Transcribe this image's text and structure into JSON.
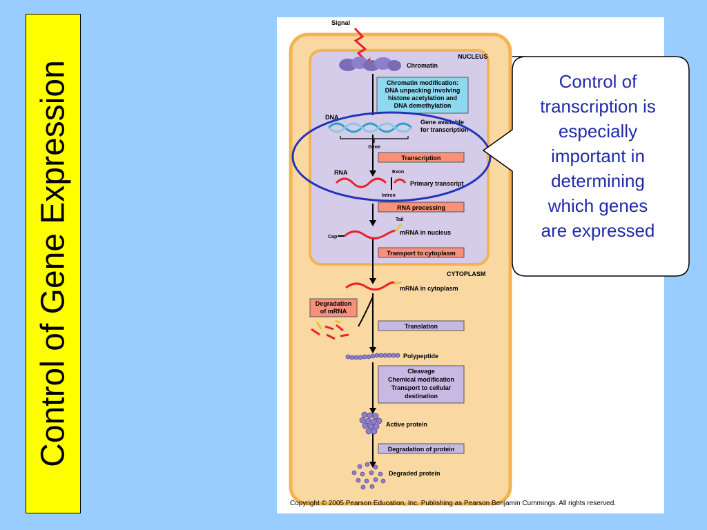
{
  "title": "Control of Gene Expression",
  "callout": {
    "lines": [
      "Control of",
      "transcription is",
      "especially",
      "important in",
      "determining",
      "which genes",
      "are expressed"
    ]
  },
  "diagram": {
    "signal": "Signal",
    "nucleus": "NUCLEUS",
    "cytoplasm": "CYTOPLASM",
    "chromatin": "Chromatin",
    "chromatin_mod": [
      "Chromatin modification:",
      "DNA unpacking involving",
      "histone acetylation and",
      "DNA demethylation"
    ],
    "dna": "DNA",
    "gene_available": [
      "Gene available",
      "for transcription"
    ],
    "gene": "Gene",
    "transcription": "Transcription",
    "rna": "RNA",
    "exon": "Exon",
    "intron": "Intron",
    "primary_transcript": "Primary transcript",
    "rna_processing": "RNA processing",
    "tail": "Tail",
    "cap": "Cap",
    "mrna_nucleus": "mRNA in nucleus",
    "transport_cytoplasm": "Transport to cytoplasm",
    "mrna_cytoplasm": "mRNA in cytoplasm",
    "degradation_mrna": [
      "Degradation",
      "of mRNA"
    ],
    "translation": "Translation",
    "polypeptide": "Polypeptide",
    "modification": [
      "Cleavage",
      "Chemical modification",
      "Transport to cellular",
      "destination"
    ],
    "active_protein": "Active protein",
    "degradation_protein": "Degradation of protein",
    "degraded_protein": "Degraded protein"
  },
  "copyright": "Copyright © 2005 Pearson Education, Inc. Publishing as Pearson Benjamin Cummings. All rights reserved.",
  "colors": {
    "background": "#99ccff",
    "title_bar": "#ffff00",
    "cell": "#f9d9a1",
    "cell_border": "#f4b350",
    "nucleus": "#d5ccea",
    "step_box": "#f8907a",
    "protein_box": "#c7b9e3",
    "mod_box": "#8fd9f0",
    "ellipse": "#2233bb",
    "callout_text": "#1f2aa8"
  }
}
